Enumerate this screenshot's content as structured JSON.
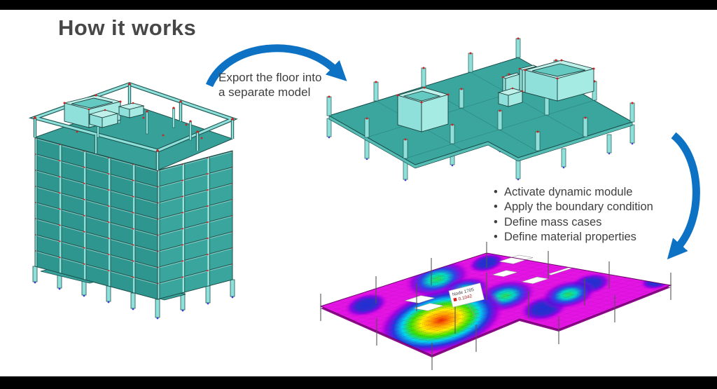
{
  "slide": {
    "title": "How it works",
    "export_note": {
      "line1": "Export the floor into",
      "line2": "a separate model"
    },
    "steps": [
      "Activate dynamic module",
      "Apply the boundary condition",
      "Define mass cases",
      "Define material properties"
    ],
    "heatmap_label": {
      "node": "Node 1705",
      "value": "0.1042"
    }
  },
  "colors": {
    "arrow_blue": "#0d72c4",
    "slab_teal": "#3aa69e",
    "column_cyan": "#8fe0da",
    "node_red": "#cf1f1f",
    "contour_magenta": "#e414e4",
    "title_gray": "#474747"
  }
}
